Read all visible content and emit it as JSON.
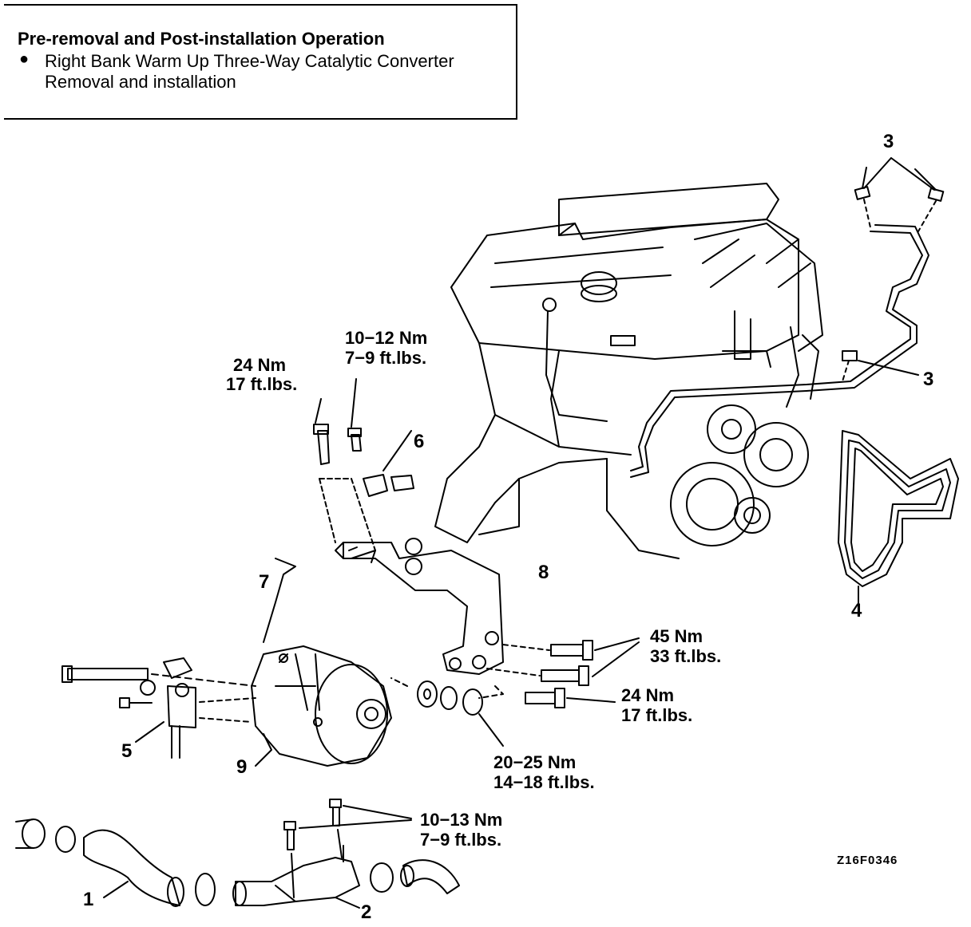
{
  "note": {
    "title": "Pre-removal and Post-installation Operation",
    "bullet": "●",
    "item_line1": "Right Bank Warm Up Three-Way Catalytic Converter",
    "item_line2": "Removal  and  installation"
  },
  "callouts": {
    "c1": "1",
    "c2": "2",
    "c3a": "3",
    "c3b": "3",
    "c4": "4",
    "c5": "5",
    "c6": "6",
    "c7": "7",
    "c8": "8",
    "c9": "9"
  },
  "torques": {
    "t_24_upper_nm": "24 Nm",
    "t_24_upper_ft": "17 ft.lbs.",
    "t_10_12_nm": "10−12 Nm",
    "t_10_12_ft": "7−9 ft.lbs.",
    "t_45_nm": "45 Nm",
    "t_45_ft": "33 ft.lbs.",
    "t_24_lower_nm": "24 Nm",
    "t_24_lower_ft": "17 ft.lbs.",
    "t_20_25_nm": "20−25 Nm",
    "t_20_25_ft": "14−18 ft.lbs.",
    "t_10_13_nm": "10−13 Nm",
    "t_10_13_ft": "7−9 ft.lbs."
  },
  "figure_code": "Z16F0346"
}
